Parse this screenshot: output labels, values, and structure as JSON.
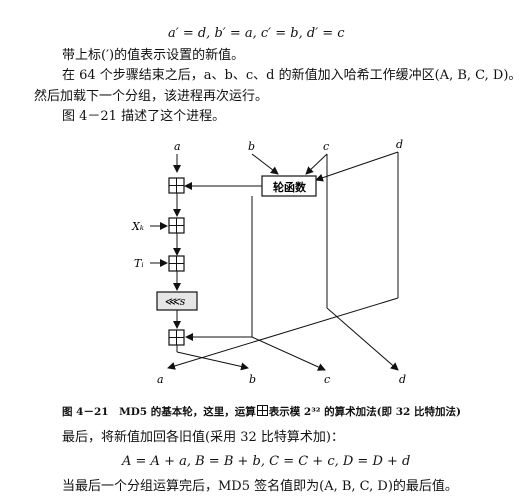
{
  "text": {
    "eq1": "a′ = d, b′ = a, c′ = b, d′ = c",
    "p1": "带上标(′)的值表示设置的新值。",
    "p2a": "在 64 个步骤结束之后，a、b、c、d 的新值加入哈希工作缓冲区(A, B, C, D)。",
    "p2b": "然后加载下一个分组，该进程再次运行。",
    "p3": "图 4－21 描述了这个进程。",
    "caption_pre": "图 4－21　MD5 的基本轮，这里，运算",
    "caption_post": "表示模 2³² 的算术加法(即 32 比特加法)",
    "p4": "最后，将新值加回各旧值(采用 32 比特算术加)：",
    "eq2": "A = A + a,  B = B + b,  C = C + c,  D = D + d",
    "p5": "当最后一个分组运算完后，MD5 签名值即为(A, B, C, D)的最后值。"
  },
  "diagram": {
    "inputs": [
      "a",
      "b",
      "c",
      "d"
    ],
    "outputs": [
      "a",
      "b",
      "c",
      "d"
    ],
    "round_function": "轮函数",
    "xk": "Xₖ",
    "ti": "Tᵢ",
    "shift": "⋘s"
  }
}
